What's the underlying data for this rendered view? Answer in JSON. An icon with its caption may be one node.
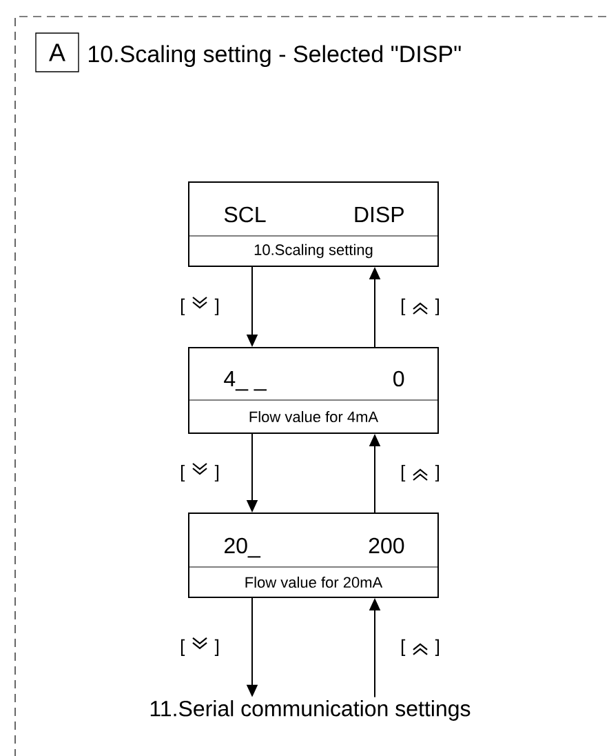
{
  "diagram": {
    "title": "10.Scaling setting - Selected \"DISP\"",
    "nodes": [
      {
        "text": [
          "A"
        ]
      },
      {
        "text": [
          "SCL",
          "DISP",
          "10.Scaling setting"
        ]
      },
      {
        "text": [
          "4_ _",
          "0",
          "Flow value for 4mA"
        ]
      },
      {
        "text": [
          "20_",
          "200",
          "Flow value for 20mA"
        ]
      },
      {
        "text": [
          "11.Serial communication settings"
        ]
      }
    ],
    "edges": [
      {
        "from": 1,
        "to": 2,
        "arrow": "to",
        "label": "[ ]"
      },
      {
        "from": 2,
        "to": 1,
        "arrow": "to",
        "label": "[ ]"
      },
      {
        "from": 2,
        "to": 3,
        "arrow": "to",
        "label": "[ ]"
      },
      {
        "from": 3,
        "to": 2,
        "arrow": "to",
        "label": "[ ]"
      },
      {
        "from": 3,
        "to": 4,
        "arrow": "to",
        "label": "[ ]"
      },
      {
        "from": 4,
        "to": 3,
        "arrow": "to",
        "label": "[ ]"
      }
    ]
  }
}
